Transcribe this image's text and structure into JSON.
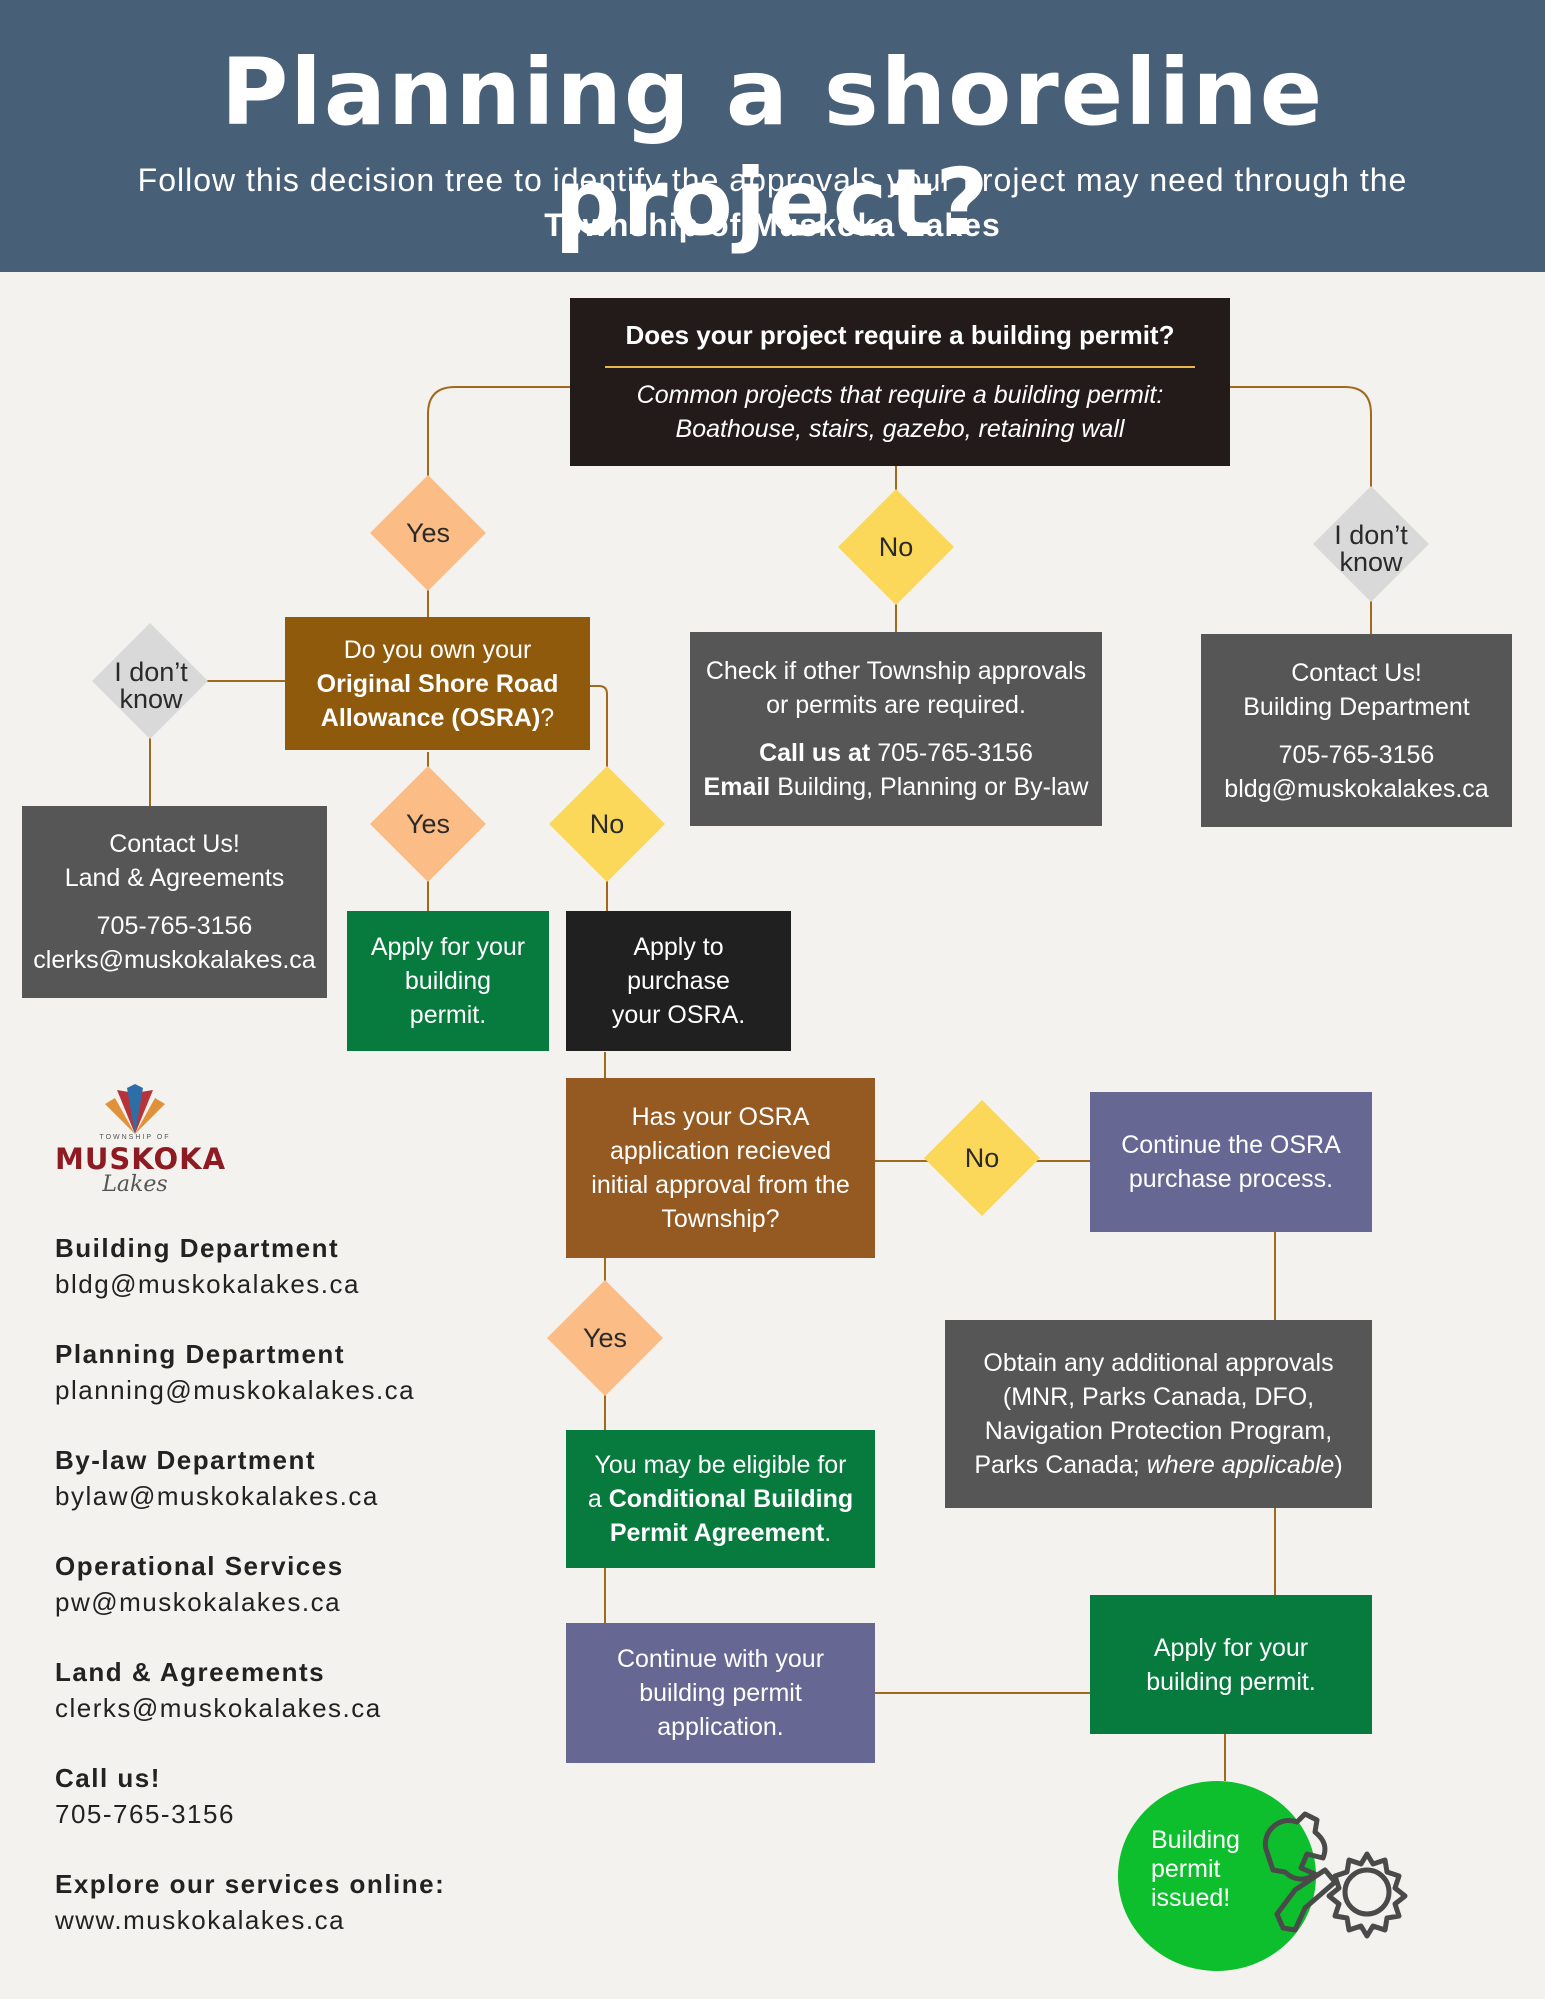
{
  "header": {
    "title": "Planning a shoreline project?",
    "subtitle": "Follow this decision tree to identify the approvals your project may need through the",
    "subtitle_bold": "Township of Muskoka Lakes"
  },
  "q1": {
    "title": "Does your project require a building permit?",
    "note_line1": "Common projects that require a building permit:",
    "note_line2": "Boathouse, stairs, gazebo, retaining wall"
  },
  "labels": {
    "yes": "Yes",
    "no": "No",
    "dont_know_1": "I don’t",
    "dont_know_2": "know"
  },
  "osra_q": {
    "pre": "Do you own your",
    "bold1": "Original Shore Road",
    "bold2": "Allowance (OSRA)",
    "post": "?"
  },
  "check_other": {
    "line1": "Check if other Township approvals",
    "line2": "or permits are required.",
    "call_label": "Call us at",
    "call_value": "705-765-3156",
    "email_label": "Email",
    "email_value": "Building, Planning or By-law"
  },
  "contact_building": {
    "line1": "Contact Us!",
    "line2": "Building Department",
    "phone": "705-765-3156",
    "email": "bldg@muskokalakes.ca"
  },
  "contact_land": {
    "line1": "Contact Us!",
    "line2": "Land & Agreements",
    "phone": "705-765-3156",
    "email": "clerks@muskokalakes.ca"
  },
  "apply_permit_1": {
    "line1": "Apply for your",
    "line2": "building",
    "line3": "permit."
  },
  "purchase_osra": {
    "line1": "Apply to",
    "line2": "purchase",
    "line3": "your OSRA."
  },
  "osra_approval": {
    "line1": "Has your OSRA",
    "line2": "application recieved",
    "line3": "initial approval from the",
    "line4": "Township?"
  },
  "continue_osra": {
    "line1": "Continue the OSRA",
    "line2": "purchase process."
  },
  "additional": {
    "line1": "Obtain any additional approvals",
    "line2": "(MNR, Parks Canada, DFO,",
    "line3": "Navigation Protection Program,",
    "line4": "Parks Canada;",
    "line4_italic": "where applicable",
    "line4_end": ")"
  },
  "conditional": {
    "line1": "You may be eligible for",
    "line2_pre": "a",
    "line2_bold": "Conditional Building",
    "line3_bold": "Permit Agreement",
    "line3_end": "."
  },
  "continue_permit": {
    "line1": "Continue with your",
    "line2": "building permit",
    "line3": "application."
  },
  "apply_permit_2": {
    "line1": "Apply for your",
    "line2": "building permit."
  },
  "issued": {
    "line1": "Building",
    "line2": "permit",
    "line3": "issued!"
  },
  "logo": {
    "small": "TOWNSHIP OF",
    "name": "MUSKOKA",
    "script": "Lakes"
  },
  "contacts": [
    {
      "heading": "Building Department",
      "value": "bldg@muskokalakes.ca"
    },
    {
      "heading": "Planning Department",
      "value": "planning@muskokalakes.ca"
    },
    {
      "heading": "By-law Department",
      "value": "bylaw@muskokalakes.ca"
    },
    {
      "heading": "Operational Services",
      "value": "pw@muskokalakes.ca"
    },
    {
      "heading": "Land & Agreements",
      "value": "clerks@muskokalakes.ca"
    },
    {
      "heading": "Call us!",
      "value": "705-765-3156"
    },
    {
      "heading": "Explore our services online:",
      "value": "www.muskokalakes.ca"
    }
  ],
  "colors": {
    "header_bg": "#485f78",
    "connector": "#a06a1d",
    "diamond_yes": "#fbbd85",
    "diamond_no": "#fcd85a",
    "diamond_unknown": "#d9d9d9",
    "issued": "#0dbf2d"
  }
}
